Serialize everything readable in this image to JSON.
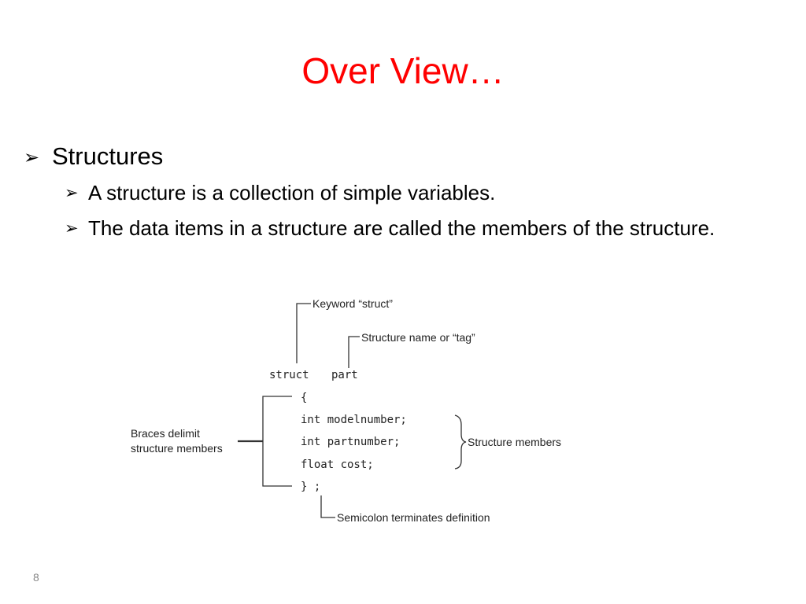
{
  "slide": {
    "title": "Over View…",
    "bullets": [
      {
        "level": 1,
        "text": "Structures"
      },
      {
        "level": 2,
        "text": "A structure is a collection of simple variables."
      },
      {
        "level": 2,
        "text": "The data items in a structure are called the members of the structure."
      }
    ],
    "bullet_glyph": "➢",
    "page_number": "8",
    "title_color": "#ff0000"
  },
  "diagram": {
    "code": {
      "line1_kw": "struct",
      "line1_tag": "part",
      "open_brace": "{",
      "member1": "int modelnumber;",
      "member2": "int partnumber;",
      "member3": "float cost;",
      "close_brace": "} ;"
    },
    "labels": {
      "keyword": "Keyword “struct”",
      "tag": "Structure name or “tag”",
      "braces_line1": "Braces delimit",
      "braces_line2": "structure members",
      "members": "Structure members",
      "semicolon": "Semicolon terminates definition"
    }
  }
}
